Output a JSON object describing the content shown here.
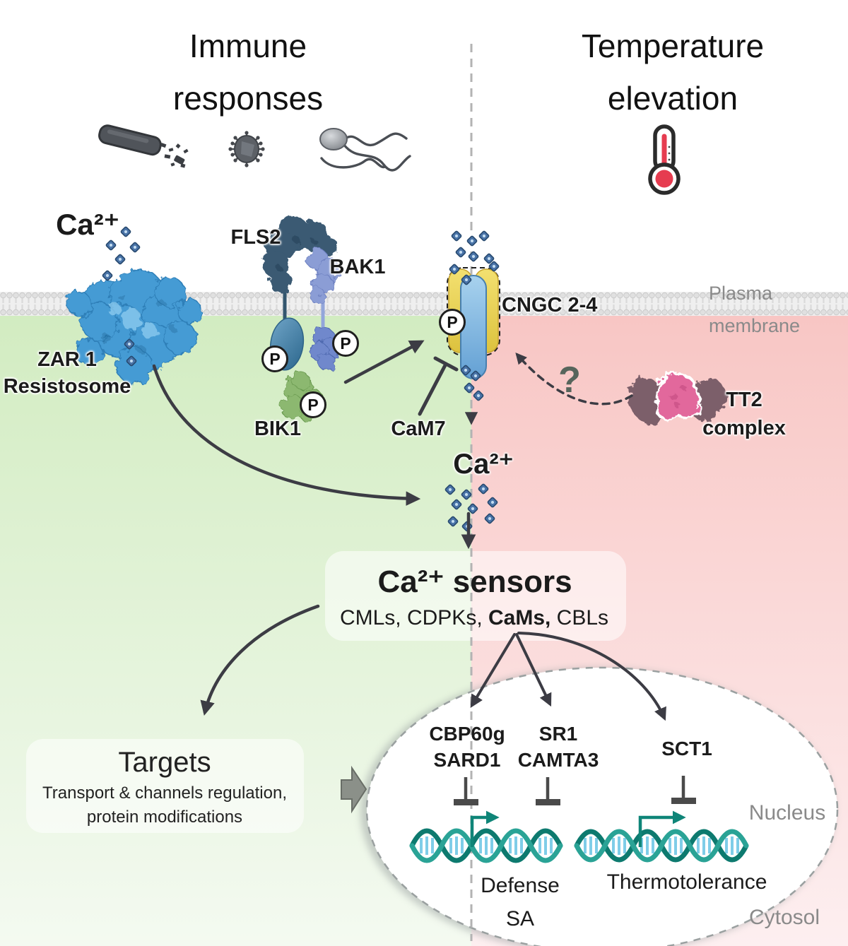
{
  "titles": {
    "immune": "Immune\nresponses",
    "temperature": "Temperature\nelevation"
  },
  "membrane": {
    "label": "Plasma\nmembrane"
  },
  "proteins": {
    "ca_top": "Ca²⁺",
    "zar1": "ZAR 1\nResistosome",
    "fls2": "FLS2",
    "bak1": "BAK1",
    "bik1": "BIK1",
    "cam7": "CaM7",
    "cngc": "CNGC 2-4",
    "tt2": "TT2\ncomplex",
    "phospho": "P",
    "question": "?"
  },
  "signal": {
    "ca_mid": "Ca²⁺"
  },
  "sensors_box": {
    "title": "Ca²⁺ sensors",
    "list_prefix": "CMLs, CDPKs, ",
    "list_bold": "CaMs,",
    "list_suffix": " CBLs"
  },
  "targets_box": {
    "title": "Targets",
    "subtitle": "Transport & channels regulation,\nprotein modifications"
  },
  "nucleus": {
    "tf_group1": "CBP60g\nSARD1",
    "tf_group2": "SR1\nCAMTA3",
    "tf_group3": "SCT1",
    "outcome_left": "Defense\nSA",
    "outcome_right": "Thermotolerance",
    "label": "Nucleus",
    "cytosol": "Cytosol"
  },
  "colors": {
    "immune_bg": "#d5edc5",
    "heat_bg": "#f8c6c4",
    "dna_teal": "#0f8578",
    "thermometer_red": "#e63c50",
    "ca_particle": "#4a74a8",
    "arrow": "#3c3c44"
  }
}
